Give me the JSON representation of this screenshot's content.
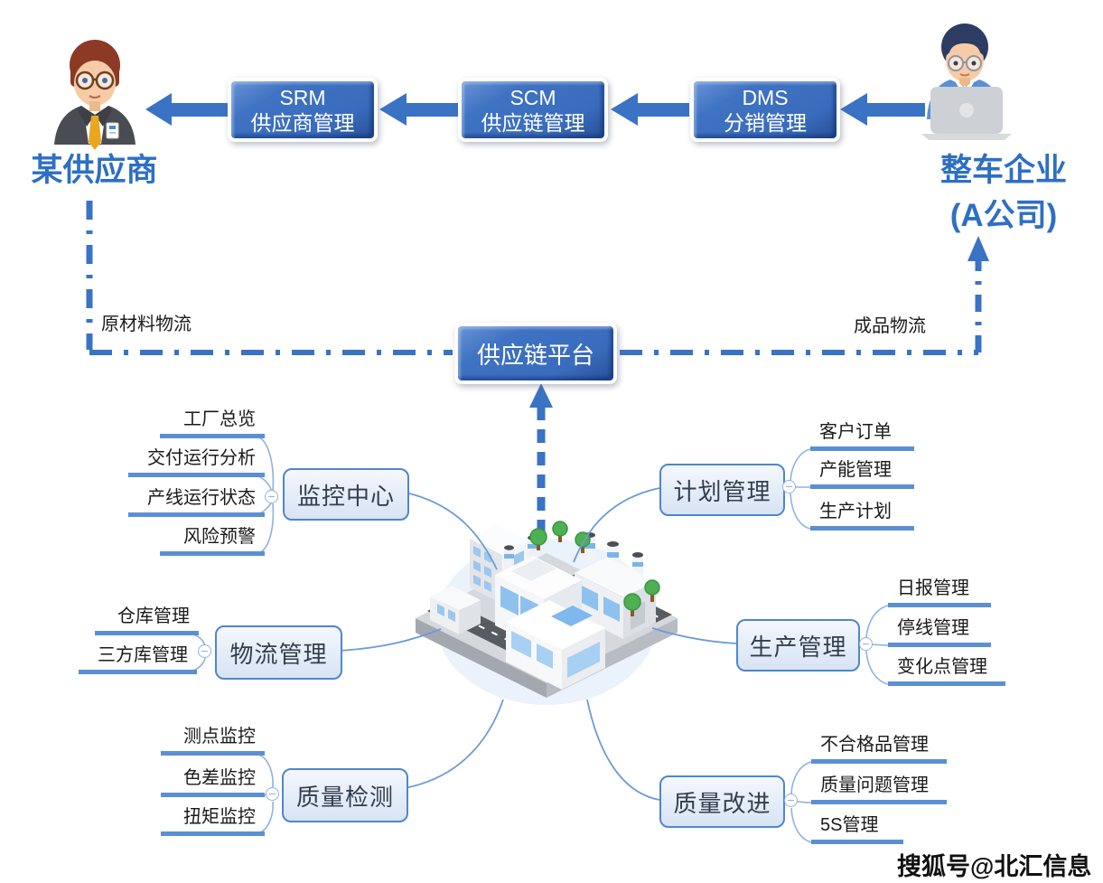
{
  "flow": {
    "supplier_label": "某供应商",
    "oem_label": {
      "line1": "整车企业",
      "line2": "(A公司)"
    },
    "boxes": [
      {
        "line1": "SRM",
        "line2": "供应商管理"
      },
      {
        "line1": "SCM",
        "line2": "供应链管理"
      },
      {
        "line1": "DMS",
        "line2": "分销管理"
      }
    ],
    "platform_label": "供应链平台",
    "raw_material_label": "原材料物流",
    "finished_goods_label": "成品物流"
  },
  "mindmap": {
    "branches": [
      {
        "label": "监控中心",
        "side": "left",
        "children": [
          "工厂总览",
          "交付运行分析",
          "产线运行状态",
          "风险预警"
        ]
      },
      {
        "label": "计划管理",
        "side": "right",
        "children": [
          "客户订单",
          "产能管理",
          "生产计划"
        ]
      },
      {
        "label": "物流管理",
        "side": "left",
        "children": [
          "仓库管理",
          "三方库管理"
        ]
      },
      {
        "label": "生产管理",
        "side": "right",
        "children": [
          "日报管理",
          "停线管理",
          "变化点管理"
        ]
      },
      {
        "label": "质量检测",
        "side": "left",
        "children": [
          "测点监控",
          "色差监控",
          "扭矩监控"
        ]
      },
      {
        "label": "质量改进",
        "side": "right",
        "children": [
          "不合格品管理",
          "质量问题管理",
          "5S管理"
        ]
      }
    ]
  },
  "watermark": "搜狐号@北汇信息",
  "colors": {
    "accent_blue": "#3a72c4",
    "box_blue": "#3a6cbd",
    "node_border": "#4e86cf",
    "leaf_underline": "#5b8fd4",
    "label_blue": "#2e6fc4"
  }
}
